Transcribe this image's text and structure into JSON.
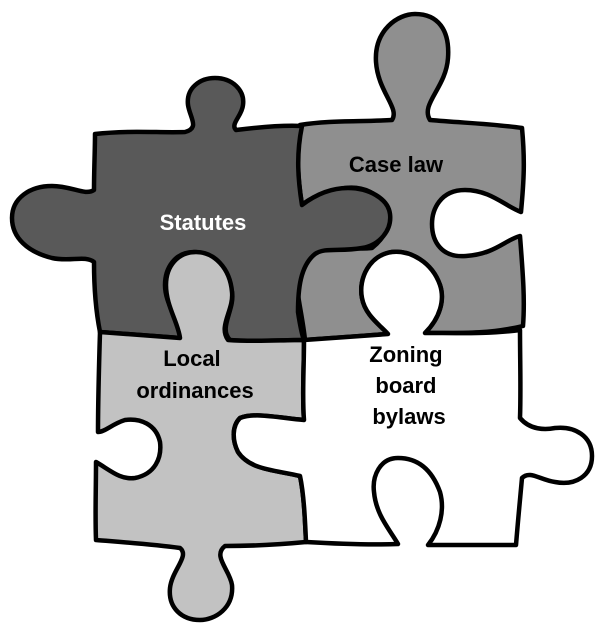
{
  "pieces": {
    "case_law": {
      "label": "Case law",
      "fill": "#8f8f8f",
      "text_color": "#000000"
    },
    "statutes": {
      "label": "Statutes",
      "fill": "#595959",
      "text_color": "#ffffff"
    },
    "local_ordinances": {
      "lines": [
        "Local",
        "ordinances"
      ],
      "fill": "#c2c2c2",
      "text_color": "#000000"
    },
    "zoning_board_bylaws": {
      "lines": [
        "Zoning",
        "board",
        "bylaws"
      ],
      "fill": "#ffffff",
      "text_color": "#000000"
    }
  },
  "outline_color": "#000000"
}
